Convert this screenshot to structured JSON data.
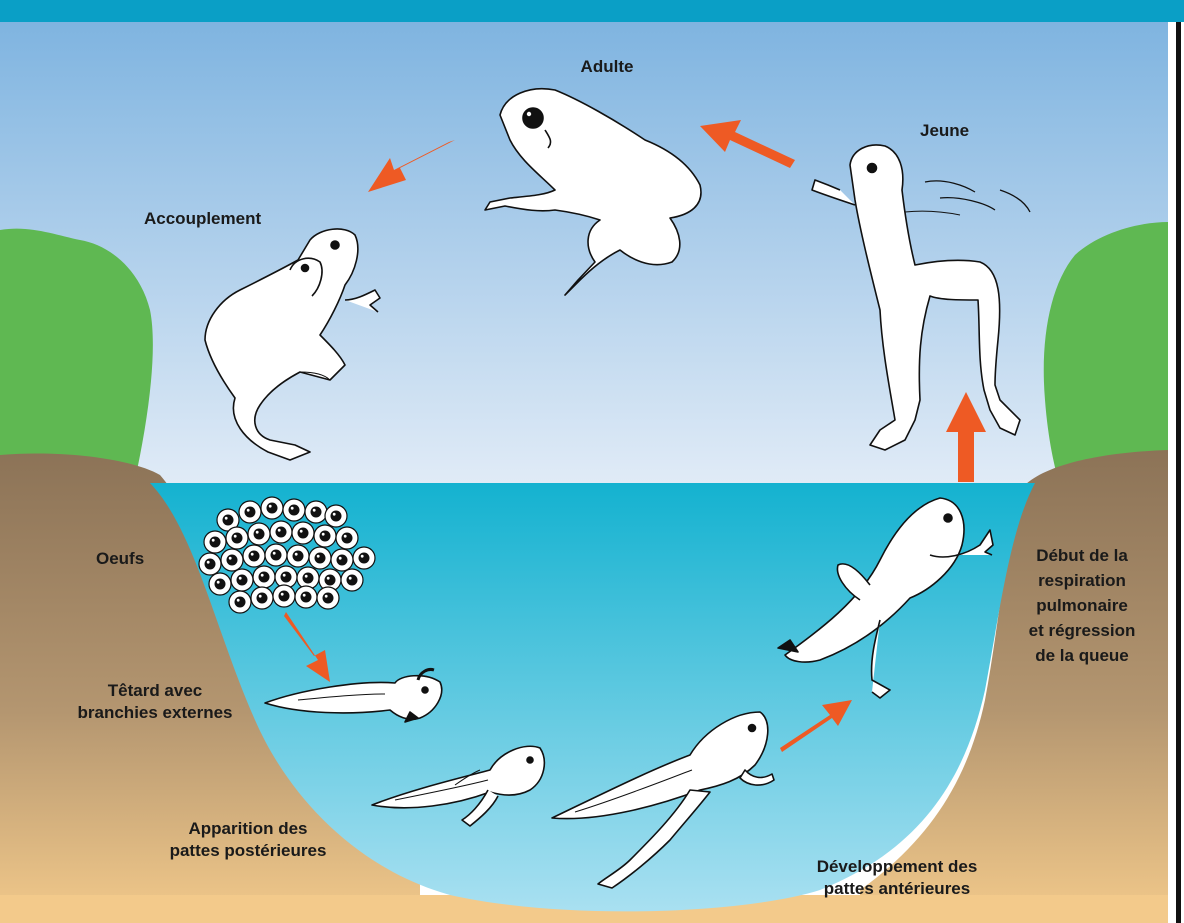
{
  "stages": {
    "adult": {
      "lines": [
        "Adulte"
      ]
    },
    "mating": {
      "lines": [
        "Accouplement"
      ]
    },
    "young": {
      "lines": [
        "Jeune"
      ]
    },
    "eggs": {
      "lines": [
        "Oeufs"
      ]
    },
    "tadpole_gills": {
      "lines": [
        "Têtard avec",
        "branchies externes"
      ]
    },
    "hind_legs": {
      "lines": [
        "Apparition des",
        "pattes postérieures"
      ]
    },
    "front_legs": {
      "lines": [
        "Développement des",
        "pattes antérieures"
      ]
    },
    "lung_breathing": {
      "lines": [
        "Début de la",
        "respiration",
        "pulmonaire",
        "et régression",
        "de la queue"
      ]
    }
  },
  "colors": {
    "top_bar": "#0a9fc6",
    "sky_top": "#7fb4e0",
    "sky_bottom": "#dfeaf6",
    "water_top": "#14b2d0",
    "water_bottom": "#a7def0",
    "bank_brown": "#8f7659",
    "sand": "#f1c788",
    "grass": "#5fb852",
    "arrow": "#ee5a24"
  }
}
